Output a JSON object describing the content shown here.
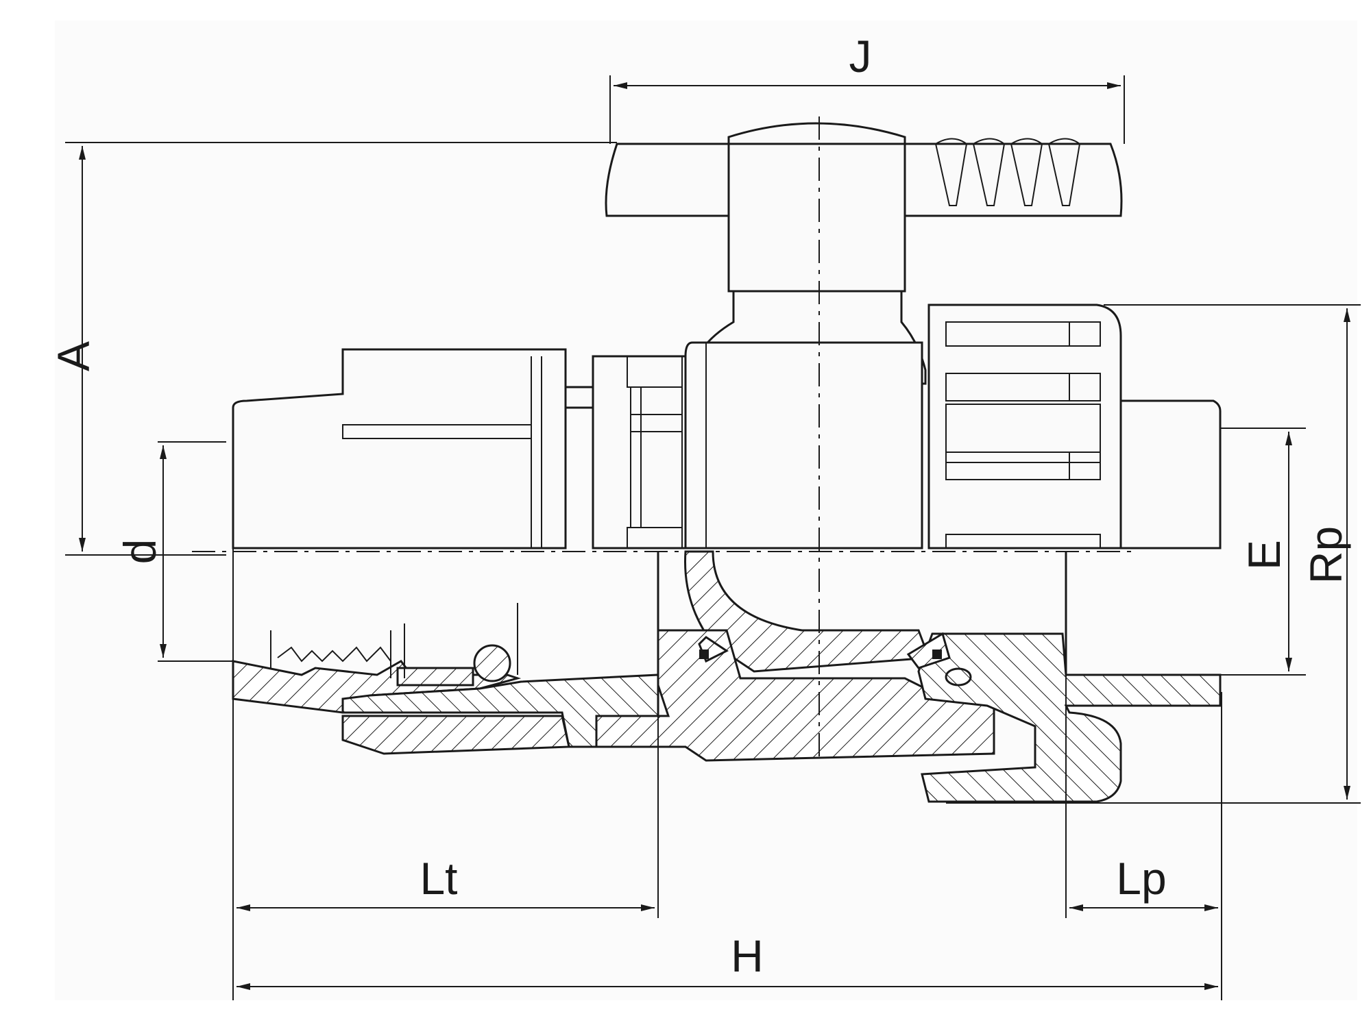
{
  "drawing": {
    "labels": {
      "J": "J",
      "A": "A",
      "d": "d",
      "E": "E",
      "Rp": "Rp",
      "Lt": "Lt",
      "Lp": "Lp",
      "H": "H"
    }
  }
}
